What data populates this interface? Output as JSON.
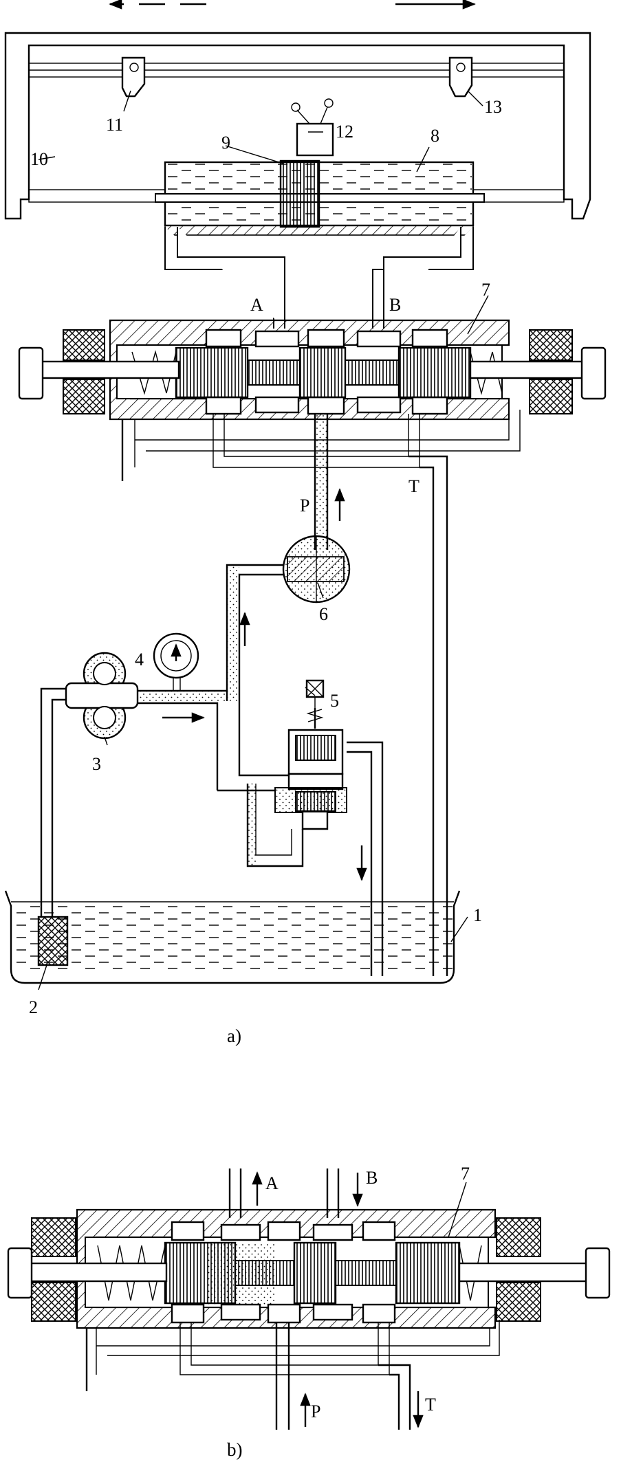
{
  "figure": {
    "part_labels": {
      "n1": "1",
      "n2": "2",
      "n3": "3",
      "n4": "4",
      "n5": "5",
      "n6": "6",
      "n7": "7",
      "n8": "8",
      "n9": "9",
      "n10": "10",
      "n11": "11",
      "n12": "12",
      "n13": "13"
    },
    "port_labels": {
      "A": "A",
      "B": "B",
      "P": "P",
      "T": "T"
    },
    "captions": {
      "a": "a)",
      "b": "b)"
    }
  }
}
